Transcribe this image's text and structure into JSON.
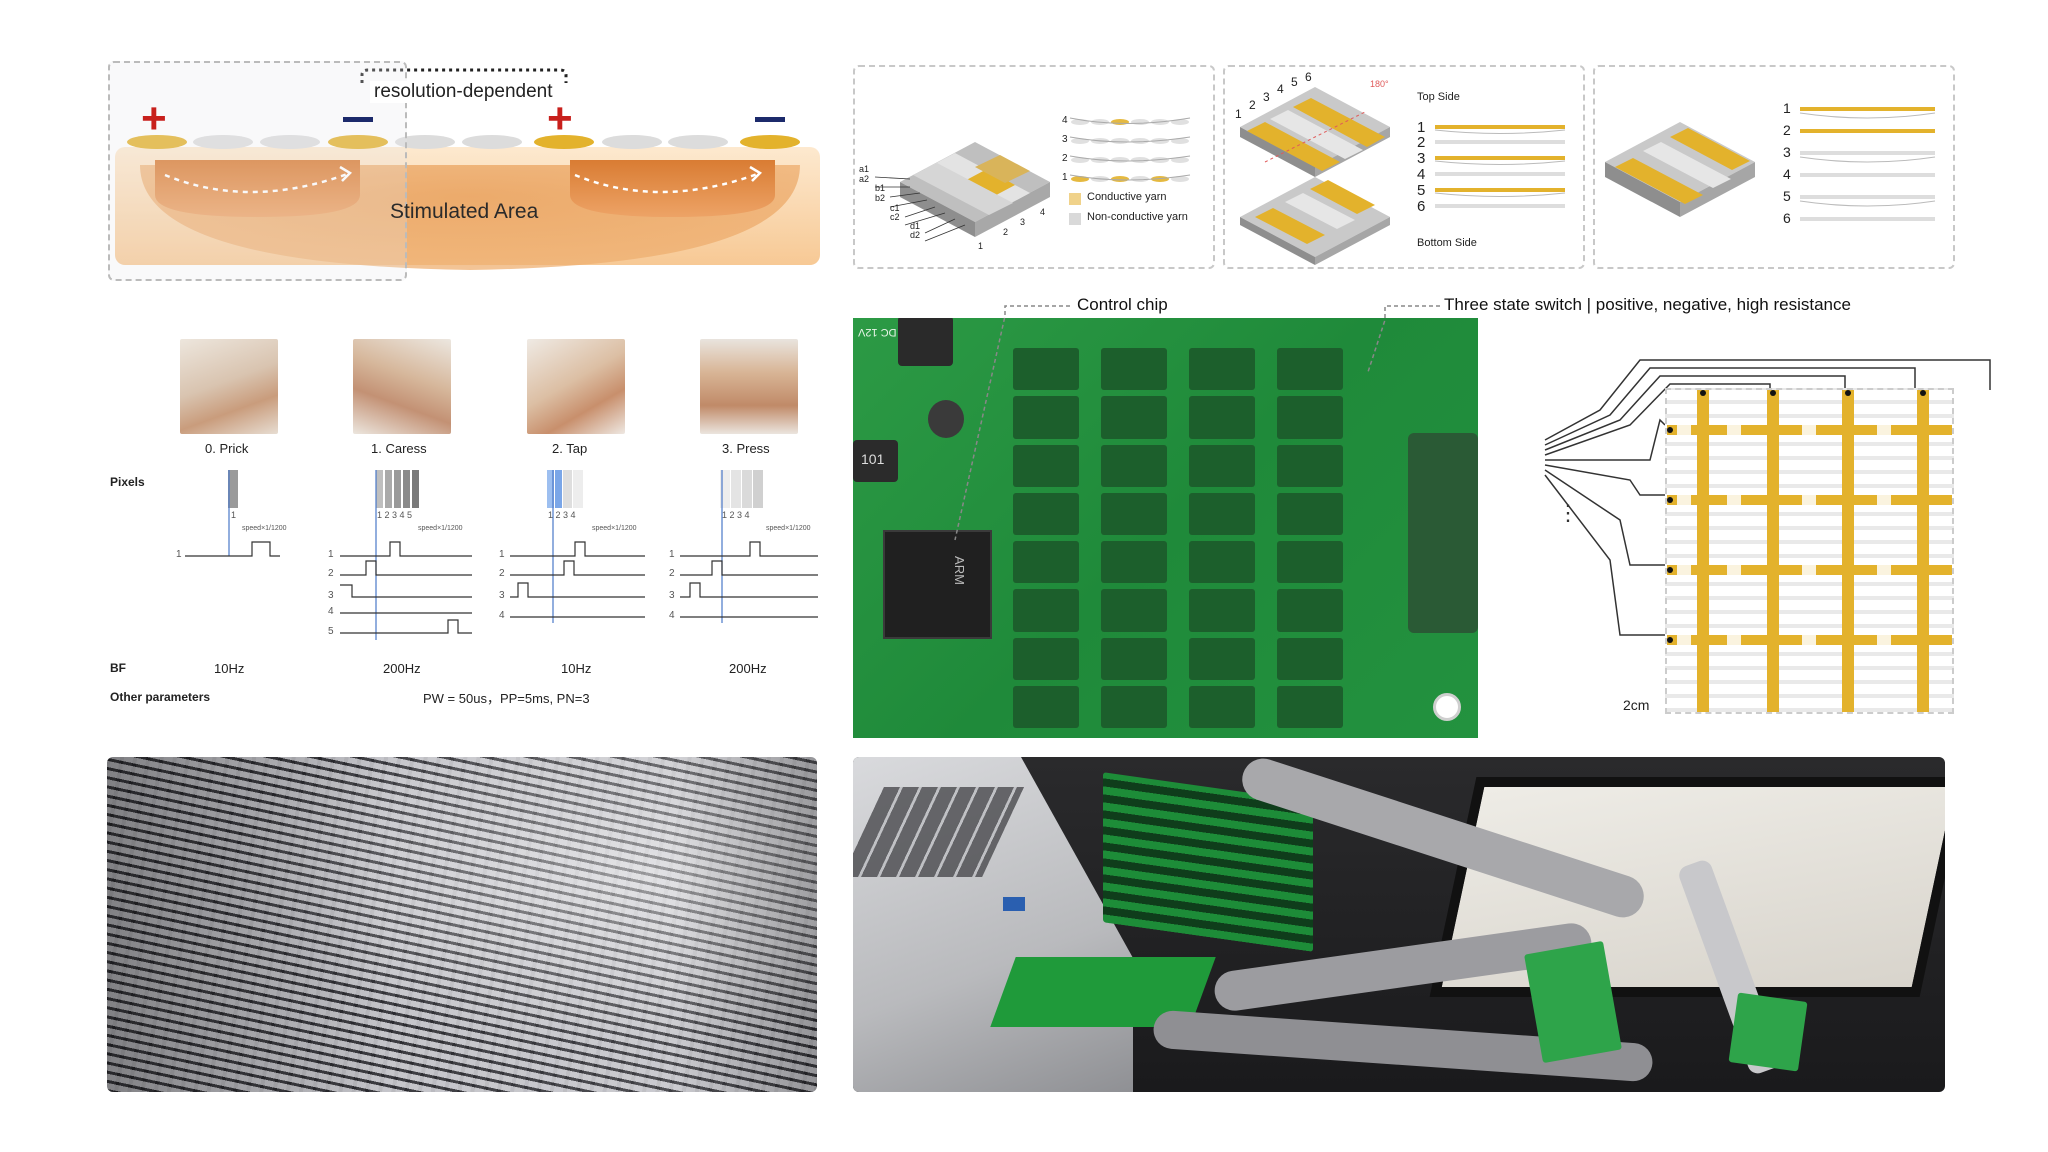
{
  "stim": {
    "resolution_label": "resolution-dependent",
    "area_label": "Stimulated Area",
    "plus": "+",
    "minus": "—"
  },
  "yarn": {
    "panel1_rows": [
      "4",
      "3",
      "2",
      "1"
    ],
    "panel1_cols": [
      "1",
      "2",
      "3",
      "4"
    ],
    "panel1_side": [
      "a1",
      "a2",
      "b1",
      "b2",
      "c1",
      "c2",
      "d1",
      "d2"
    ],
    "legend_conductive": "Conductive yarn",
    "legend_nonconductive": "Non-conductive yarn",
    "panel2_numbers": [
      "1",
      "2",
      "3",
      "4",
      "5",
      "6"
    ],
    "panel2_angle": "180°",
    "top_side": "Top Side",
    "bottom_side": "Bottom Side",
    "panel3_rows": [
      "1",
      "2",
      "3",
      "4",
      "5",
      "6"
    ]
  },
  "modes": {
    "items": [
      {
        "label": "0. Prick",
        "bf": "10Hz"
      },
      {
        "label": "1. Caress",
        "bf": "200Hz"
      },
      {
        "label": "2. Tap",
        "bf": "10Hz"
      },
      {
        "label": "3. Press",
        "bf": "200Hz"
      }
    ],
    "pixels_label": "Pixels",
    "bf_label": "BF",
    "other_label": "Other parameters",
    "other_value": "PW = 50us，PP=5ms, PN=3",
    "speed_label": "speed×1/1200",
    "pixel_numbers_single": "1",
    "pixel_numbers_five": "1 2 3 4 5",
    "pixel_numbers_four": "1 2 3 4",
    "row_numbers": [
      "1",
      "2",
      "3",
      "4",
      "5"
    ]
  },
  "board": {
    "control_chip": "Control chip",
    "switch_label": "Three state switch | positive, negative, high resistance",
    "dots": "⋮",
    "scale": "2cm",
    "pcb_text_101": "101",
    "pcb_text_12v": "DC 12V",
    "pcb_text_arm": "ARM"
  },
  "colors": {
    "gold": "#e3b22c",
    "red_plus": "#c8201c",
    "navy_minus": "#1c2a6b",
    "skin_top": "#fbe7cc",
    "skin_core": "#e08a3e",
    "pcb_green": "#1f9a3a",
    "trace_blue": "#4a78c8",
    "tap_fill": "#9dbff0"
  }
}
